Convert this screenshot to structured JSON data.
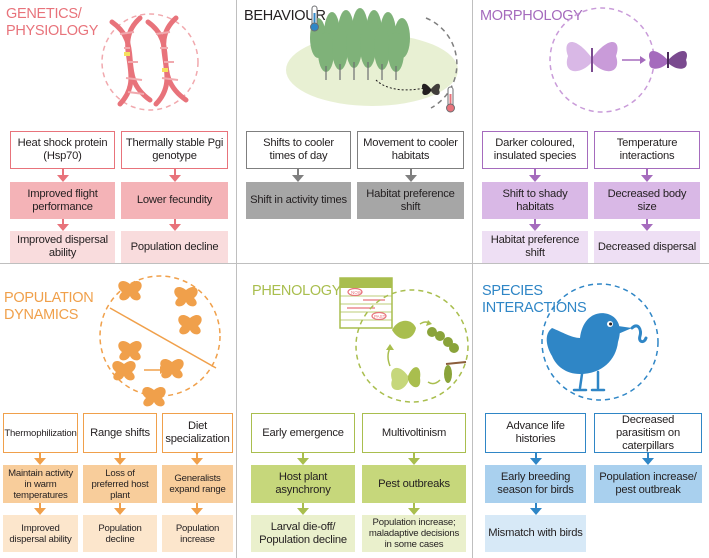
{
  "panels": {
    "genetics": {
      "title_line1": "GENETICS/",
      "title_line2": "PHYSIOLOGY",
      "col1": {
        "b1": "Heat shock protein (Hsp70)",
        "b2": "Improved flight performance",
        "b3": "Improved dispersal ability"
      },
      "col2": {
        "b1": "Thermally stable Pgi genotype",
        "b2": "Lower fecundity",
        "b3": "Population decline"
      }
    },
    "behaviour": {
      "title": "BEHAVIOUR",
      "col1": {
        "b1": "Shifts to cooler times of day",
        "b2": "Shift in activity times"
      },
      "col2": {
        "b1": "Movement to cooler habitats",
        "b2": "Habitat preference shift"
      }
    },
    "morphology": {
      "title": "MORPHOLOGY",
      "col1": {
        "b1": "Darker coloured, insulated species",
        "b2": "Shift to shady habitats",
        "b3": "Habitat preference shift"
      },
      "col2": {
        "b1": "Temperature interactions",
        "b2": "Decreased body size",
        "b3": "Decreased dispersal"
      }
    },
    "population": {
      "title_line1": "POPULATION",
      "title_line2": "DYNAMICS",
      "col1": {
        "b1": "Thermophilization",
        "b2": "Maintain activity in warm temperatures",
        "b3": "Improved dispersal ability"
      },
      "col2": {
        "b1": "Range shifts",
        "b2": "Loss of preferred host plant",
        "b3": "Population decline"
      },
      "col3": {
        "b1": "Diet specialization",
        "b2": "Generalists expand range",
        "b3": "Population increase"
      }
    },
    "phenology": {
      "title": "PHENOLOGY",
      "col1": {
        "b1": "Early emergence",
        "b2": "Host plant asynchrony",
        "b3": "Larval die-off/ Population decline"
      },
      "col2": {
        "b1": "Multivoltinism",
        "b2": "Pest outbreaks",
        "b3": "Population increase; maladaptive decisions in some cases"
      },
      "calendar_marks": [
        "NOW",
        "PAST"
      ]
    },
    "species": {
      "title_line1": "SPECIES",
      "title_line2": "INTERACTIONS",
      "col1": {
        "b1": "Advance life histories",
        "b2": "Early breeding season for birds",
        "b3": "Mismatch with birds"
      },
      "col2": {
        "b1": "Decreased parasitism on caterpillars",
        "b2": "Population increase/ pest outbreak"
      }
    }
  },
  "colors": {
    "genetics": "#e8737b",
    "genetics_mid": "#f4b3b7",
    "genetics_light": "#f9dcdd",
    "behaviour": "#7f7f7f",
    "behaviour_mid": "#a6a6a6",
    "morphology": "#a56bbd",
    "morphology_mid": "#d9b8e6",
    "morphology_light": "#eedff4",
    "population": "#f0a04b",
    "population_mid": "#f8cd9b",
    "population_light": "#fce6cc",
    "phenology": "#a9be4e",
    "phenology_mid": "#c6d77b",
    "phenology_light": "#eaf0cc",
    "species": "#2f86c6",
    "species_mid": "#a9d0ee",
    "species_light": "#d7e9f7"
  },
  "icons": [
    "dna-icon",
    "forest-icon",
    "thermometer-icon",
    "butterfly-icon",
    "calendar-icon",
    "bird-icon",
    "caterpillar-icon",
    "chrysalis-icon",
    "leaf-icon"
  ]
}
